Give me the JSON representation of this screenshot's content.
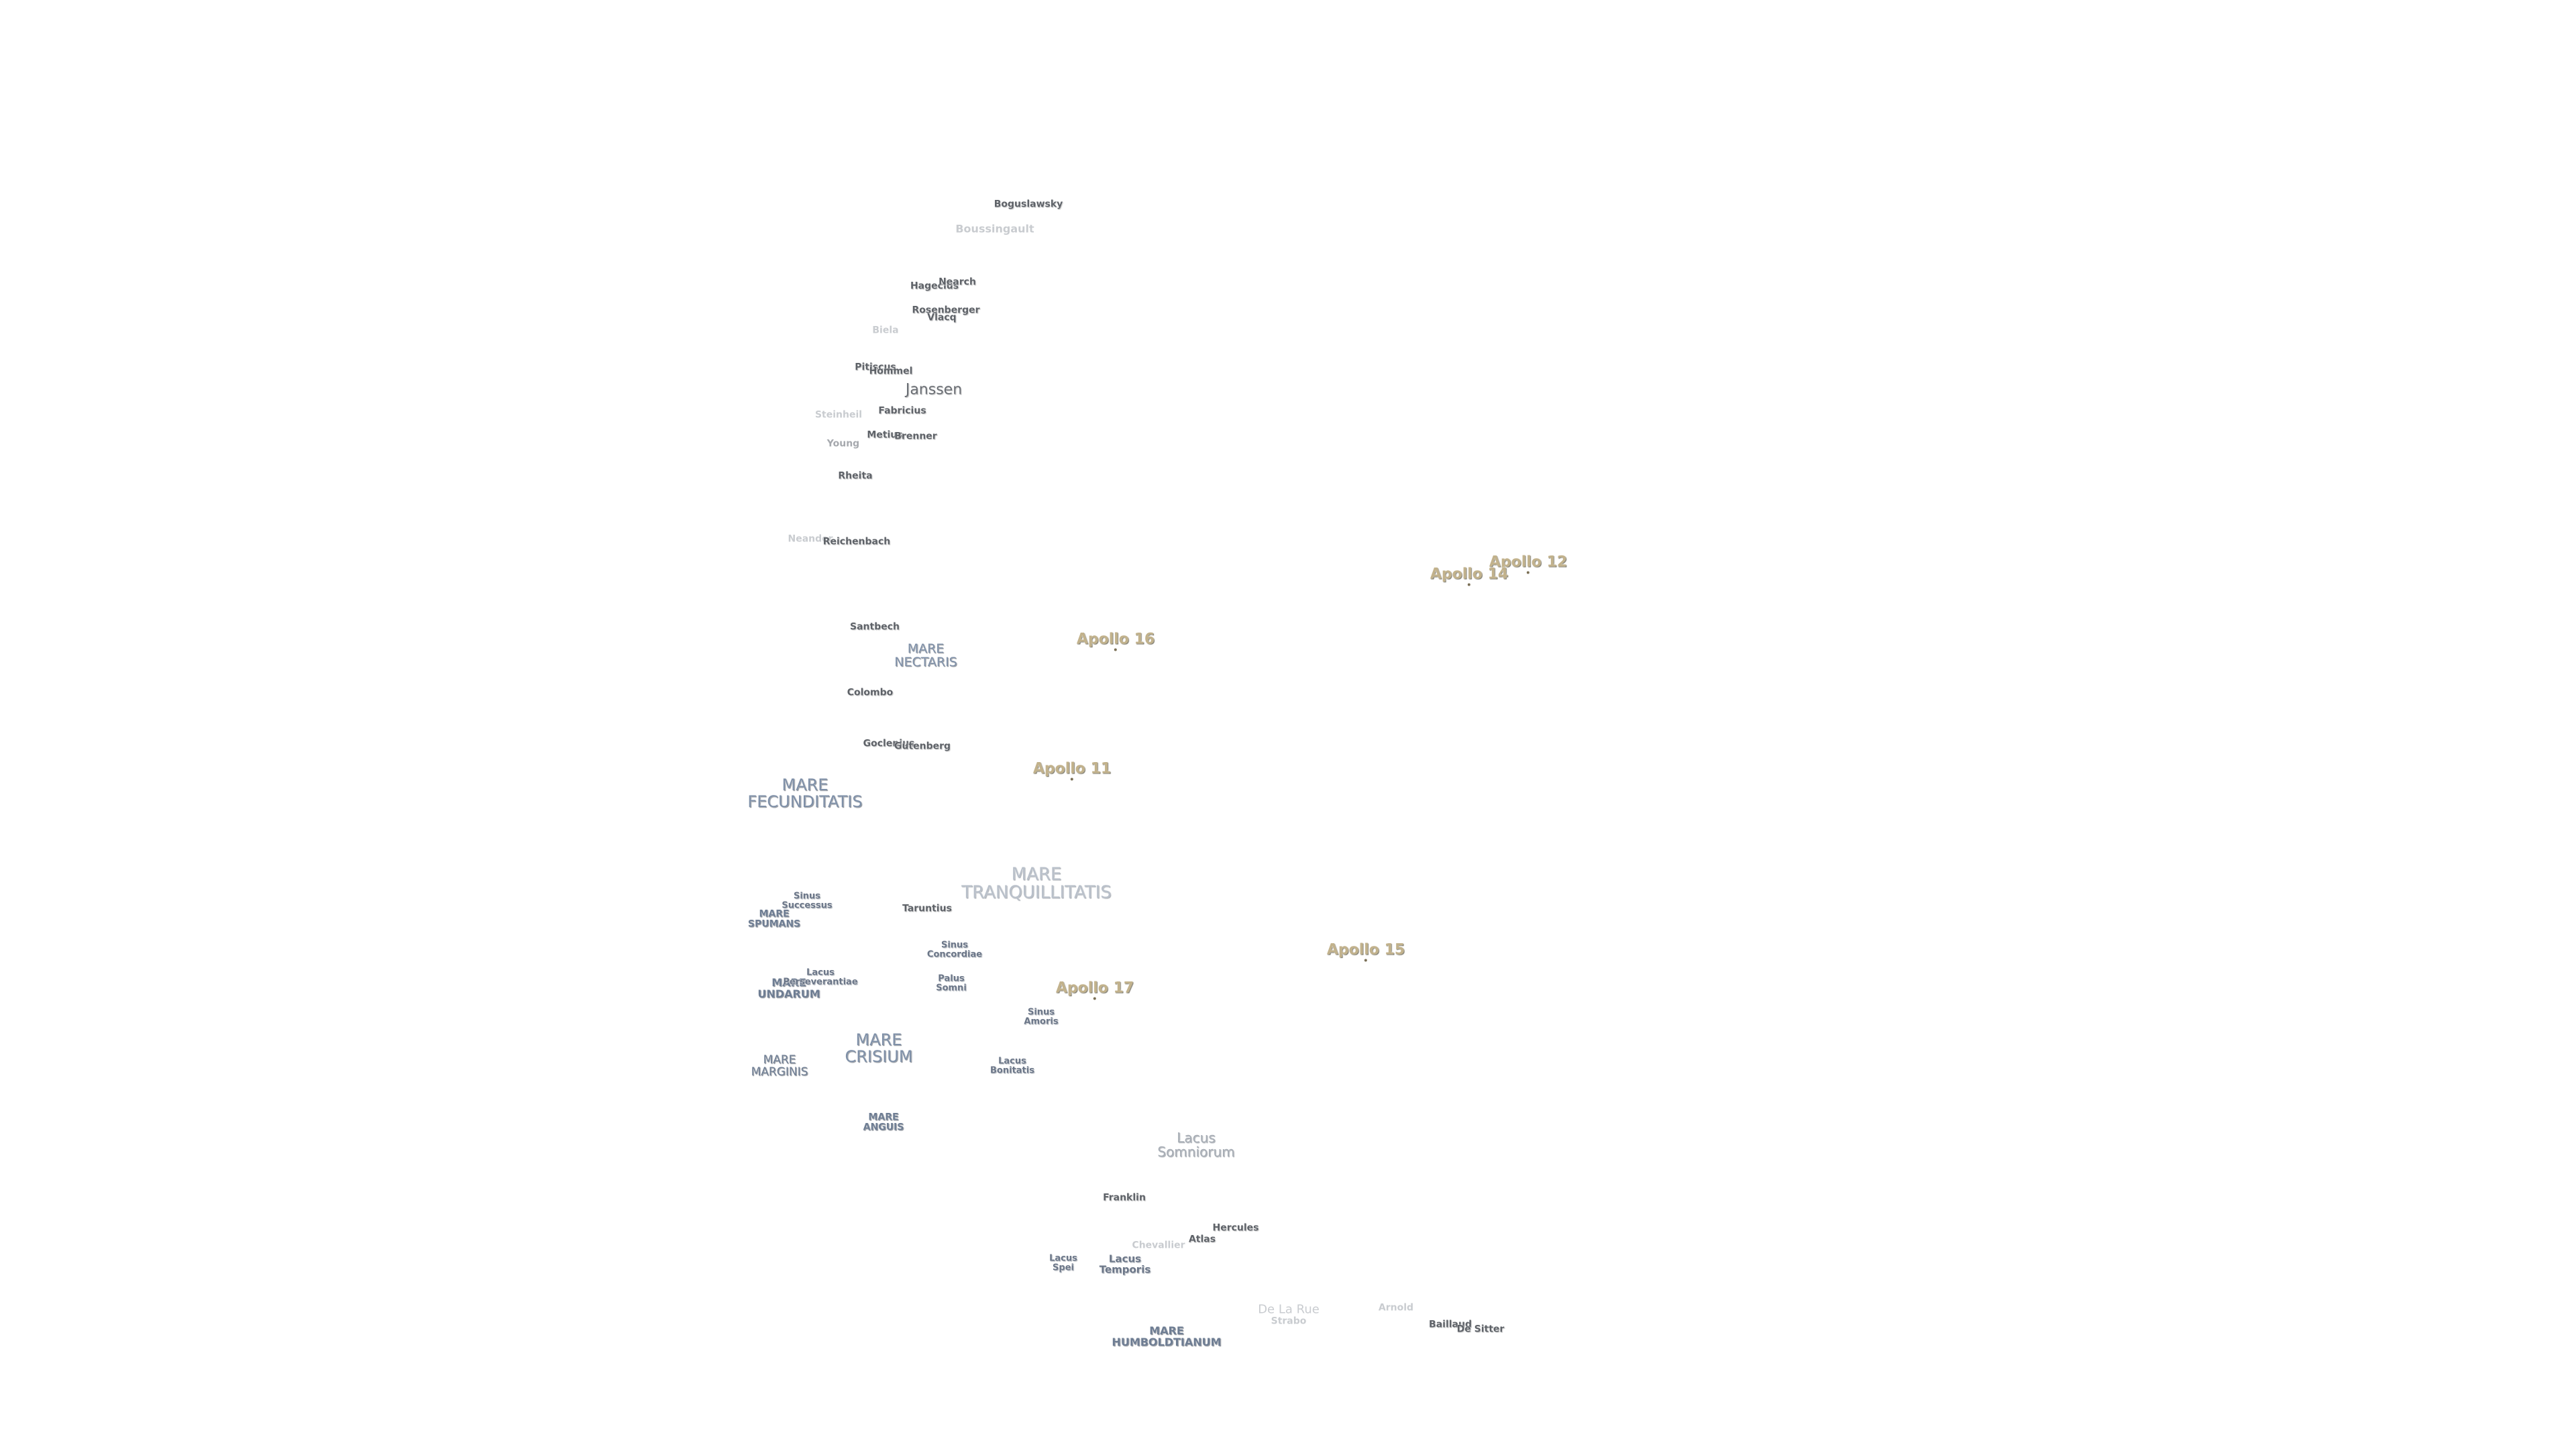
{
  "map": {
    "background": "#ffffff",
    "label_colors": {
      "crater": "#5e6268",
      "crater_faint": "#c9ccd0",
      "mare": "#7f90a8",
      "apollo": "#c2b28c"
    },
    "craters": {
      "boguslawsky": "Boguslawsky",
      "boussingault": "Boussingault",
      "hagecius": "Hagecius",
      "nearch": "Nearch",
      "rosenberger": "Rosenberger",
      "vlacq": "Vlacq",
      "biela": "Biela",
      "pitiscus": "Pitiscus",
      "hommel": "Hommel",
      "janssen": "Janssen",
      "fabricius": "Fabricius",
      "metius": "Metius",
      "brenner": "Brenner",
      "steinheil": "Steinheil",
      "young": "Young",
      "rheita": "Rheita",
      "neander": "Neander",
      "reichenbach": "Reichenbach",
      "santbech": "Santbech",
      "colombo": "Colombo",
      "goclenius": "Goclenius",
      "gutenberg": "Gutenberg",
      "taruntius": "Taruntius",
      "franklin": "Franklin",
      "chevallier": "Chevallier",
      "hercules": "Hercules",
      "atlas": "Atlas",
      "de_la_rue": "De La Rue",
      "strabo": "Strabo",
      "arnold": "Arnold",
      "baillaud": "Baillaud",
      "de_sitter": "De Sitter"
    },
    "maria": {
      "nectaris": "MARE\nNECTARIS",
      "fecunditatis": "MARE\nFECUNDITATIS",
      "tranquillitatis": "MARE\nTRANQUILLITATIS",
      "spumans": "MARE\nSPUMANS",
      "undarum": "MARE\nUNDARUM",
      "crisium": "MARE\nCRISIUM",
      "marginis": "MARE\nMARGINIS",
      "anguis": "MARE\nANGUIS",
      "humboldtianum": "MARE\nHUMBOLDTIANUM"
    },
    "sinus_lacus": {
      "sinus_successus": "Sinus\nSuccessus",
      "lacus_perseverantiae": "Lacus\nPerseverantiae",
      "sinus_concordiae": "Sinus\nConcordiae",
      "palus_somni": "Palus\nSomni",
      "sinus_amoris": "Sinus\nAmoris",
      "lacus_bonitatis": "Lacus\nBonitatis",
      "lacus_somniorum": "Lacus\nSomniorum",
      "lacus_spei": "Lacus\nSpei",
      "lacus_temporis": "Lacus\nTemporis"
    },
    "apollo_sites": {
      "apollo_12": "Apollo 12",
      "apollo_14": "Apollo 14",
      "apollo_16": "Apollo 16",
      "apollo_11": "Apollo 11",
      "apollo_15": "Apollo 15",
      "apollo_17": "Apollo 17"
    }
  }
}
